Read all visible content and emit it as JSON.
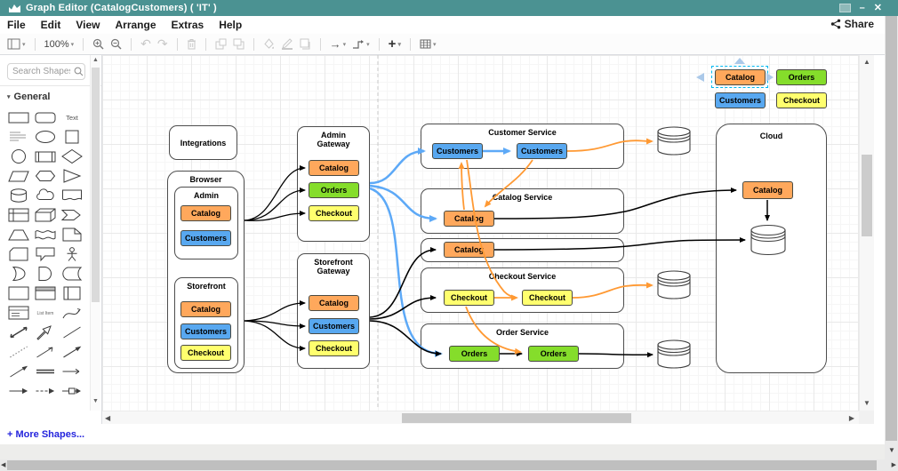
{
  "window": {
    "title": "Graph Editor (CatalogCustomers) ( 'IT' )"
  },
  "menu": {
    "items": [
      "File",
      "Edit",
      "View",
      "Arrange",
      "Extras",
      "Help"
    ],
    "share_label": "Share"
  },
  "toolbar": {
    "zoom_level": "100%"
  },
  "sidebar": {
    "search_placeholder": "Search Shapes",
    "section_label": "General",
    "more_shapes_label": "More Shapes...",
    "shapes": [
      "rectangle",
      "rounded-rectangle",
      "text",
      "textbox",
      "ellipse",
      "square",
      "circle",
      "process",
      "diamond",
      "parallelogram",
      "hexagon",
      "triangle",
      "cylinder",
      "cloud",
      "document",
      "internal-storage",
      "cube",
      "step",
      "trapezoid",
      "tape",
      "note",
      "card",
      "callout",
      "actor",
      "or",
      "and",
      "data-storage",
      "container",
      "container-title",
      "vertical-container",
      "list",
      "list-item",
      "curve",
      "bidirectional-arrow",
      "arrow-shape",
      "line",
      "dotted-line",
      "diagonal-arrow",
      "filled-arrow",
      "thin-arrow",
      "link",
      "horizontal-line",
      "directional-arrow",
      "dashed-arrow",
      "arrow-with-label"
    ]
  },
  "colors": {
    "title_bar": "#4b9292",
    "catalog_fill": "#ffa85c",
    "orders_fill": "#85dd2b",
    "customers_fill": "#58a8f0",
    "checkout_fill": "#ffff6e",
    "edge_blue": "#5da9f7",
    "edge_orange": "#ff9933",
    "edge_black": "#000000",
    "selection": "#00b8f0"
  },
  "diagram": {
    "legend": {
      "catalog": "Catalog",
      "orders": "Orders",
      "customers": "Customers",
      "checkout": "Checkout"
    },
    "integrations_label": "Integrations",
    "browser": {
      "title": "Browser",
      "admin": {
        "title": "Admin",
        "catalog": "Catalog",
        "customers": "Customers"
      },
      "storefront": {
        "title": "Storefront",
        "catalog": "Catalog",
        "customers": "Customers",
        "checkout": "Checkout"
      }
    },
    "admin_gateway": {
      "title": "Admin Gateway",
      "catalog": "Catalog",
      "orders": "Orders",
      "checkout": "Checkout"
    },
    "storefront_gateway": {
      "title": "Storefront Gateway",
      "catalog": "Catalog",
      "customers": "Customers",
      "checkout": "Checkout"
    },
    "customer_service": {
      "title": "Customer Service",
      "a": "Customers",
      "b": "Customers"
    },
    "catalog_service": {
      "title": "Catalog Service",
      "a": "Catalog"
    },
    "catalog_secondary_label": "Catalog",
    "checkout_service": {
      "title": "Checkout Service",
      "a": "Checkout",
      "b": "Checkout"
    },
    "order_service": {
      "title": "Order Service",
      "a": "Orders",
      "b": "Orders"
    },
    "cloud": {
      "title": "Cloud",
      "catalog": "Catalog"
    }
  }
}
